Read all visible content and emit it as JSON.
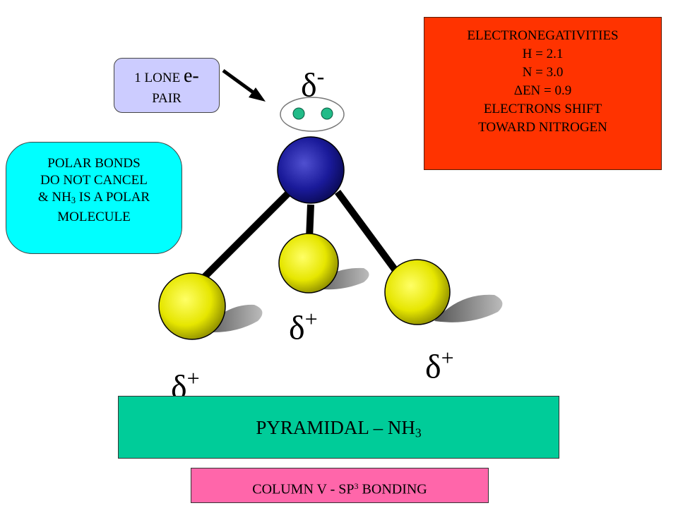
{
  "colors": {
    "electronegativity_box": "#ff3300",
    "lone_pair_box": "#ccccff",
    "polar_box": "#00ffff",
    "shape_box": "#00cc99",
    "bonding_box": "#ff66aa",
    "nitrogen_atom": "#1a1a9a",
    "hydrogen_atom": "#e6e600",
    "lone_pair_electron": "#22bb88",
    "bond": "#000000",
    "shadow": "#888888"
  },
  "electronegativity": {
    "title": "ELECTRONEGATIVITIES",
    "h": "H = 2.1",
    "n": "N = 3.0",
    "delta_en": "ΔEN = 0.9",
    "shift_line1": "ELECTRONS SHIFT",
    "shift_line2": "TOWARD NITROGEN"
  },
  "lone_pair": {
    "prefix": "1 LONE ",
    "electron_symbol": "e-",
    "line2": "PAIR"
  },
  "polarity": {
    "line1": "POLAR BONDS",
    "line2": "DO NOT CANCEL",
    "line3_prefix": "& NH",
    "line3_sub": "3",
    "line3_suffix": " IS A POLAR",
    "line4": "MOLECULE"
  },
  "charges": {
    "nitrogen": {
      "symbol": "δ",
      "sign": "-"
    },
    "hydrogen_center": {
      "symbol": "δ",
      "sign": "+"
    },
    "hydrogen_right": {
      "symbol": "δ",
      "sign": "+"
    },
    "hydrogen_left": {
      "symbol": "δ",
      "sign": "+"
    }
  },
  "shape": {
    "prefix": "PYRAMIDAL – NH",
    "sub": "3"
  },
  "bonding": {
    "prefix": "COLUMN V - SP",
    "sup": "3",
    "suffix": " BONDING"
  }
}
